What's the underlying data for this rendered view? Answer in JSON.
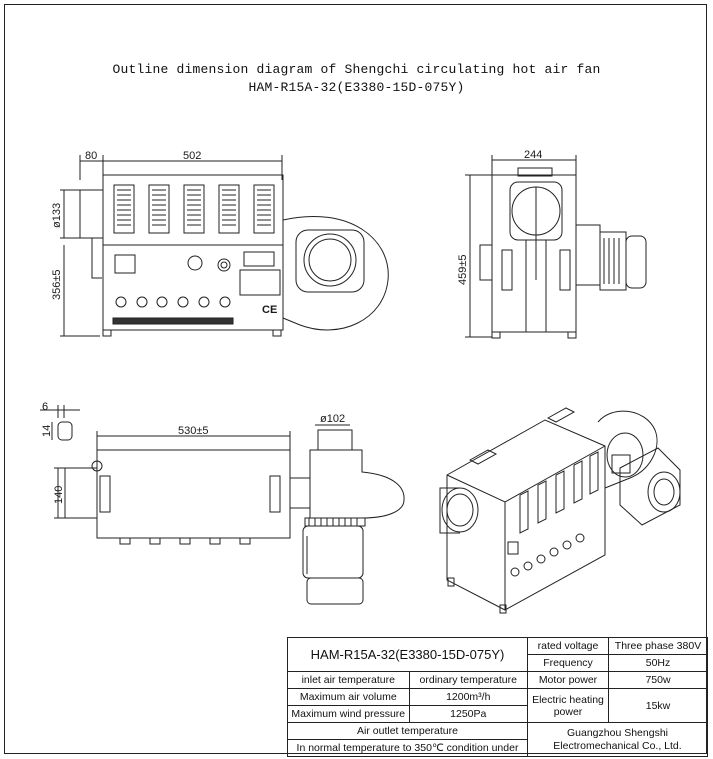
{
  "title": {
    "line1": "Outline dimension diagram of Shengchi circulating hot air fan",
    "line2": "HAM-R15A-32(E3380-15D-075Y)"
  },
  "dimensions": {
    "front": {
      "d80": "80",
      "d502": "502",
      "d133": "ø133",
      "d356": "356±5"
    },
    "side": {
      "d244": "244",
      "d459": "459±5"
    },
    "top": {
      "d6": "6",
      "d14": "14",
      "d530": "530±5",
      "d102": "ø102",
      "d140": "140"
    }
  },
  "panel": {
    "ce": "CE"
  },
  "spec_table": {
    "model": "HAM-R15A-32(E3380-15D-075Y)",
    "inlet_label": "inlet air temperature",
    "inlet_value": "ordinary temperature",
    "air_volume_label": "Maximum air volume",
    "air_volume_value": "1200m³/h",
    "pressure_label": "Maximum wind pressure",
    "pressure_value": "1250Pa",
    "outlet_label": "Air outlet temperature",
    "outlet_value": "In normal temperature to 350℃ condition under",
    "voltage_label": "rated voltage",
    "voltage_value": "Three phase 380V",
    "frequency_label": "Frequency",
    "frequency_value": "50Hz",
    "motor_label": "Motor power",
    "motor_value": "750w",
    "heating_label": "Electric heating power",
    "heating_value": "15kw",
    "company": "Guangzhou Shengshi Electromechanical Co., Ltd."
  }
}
